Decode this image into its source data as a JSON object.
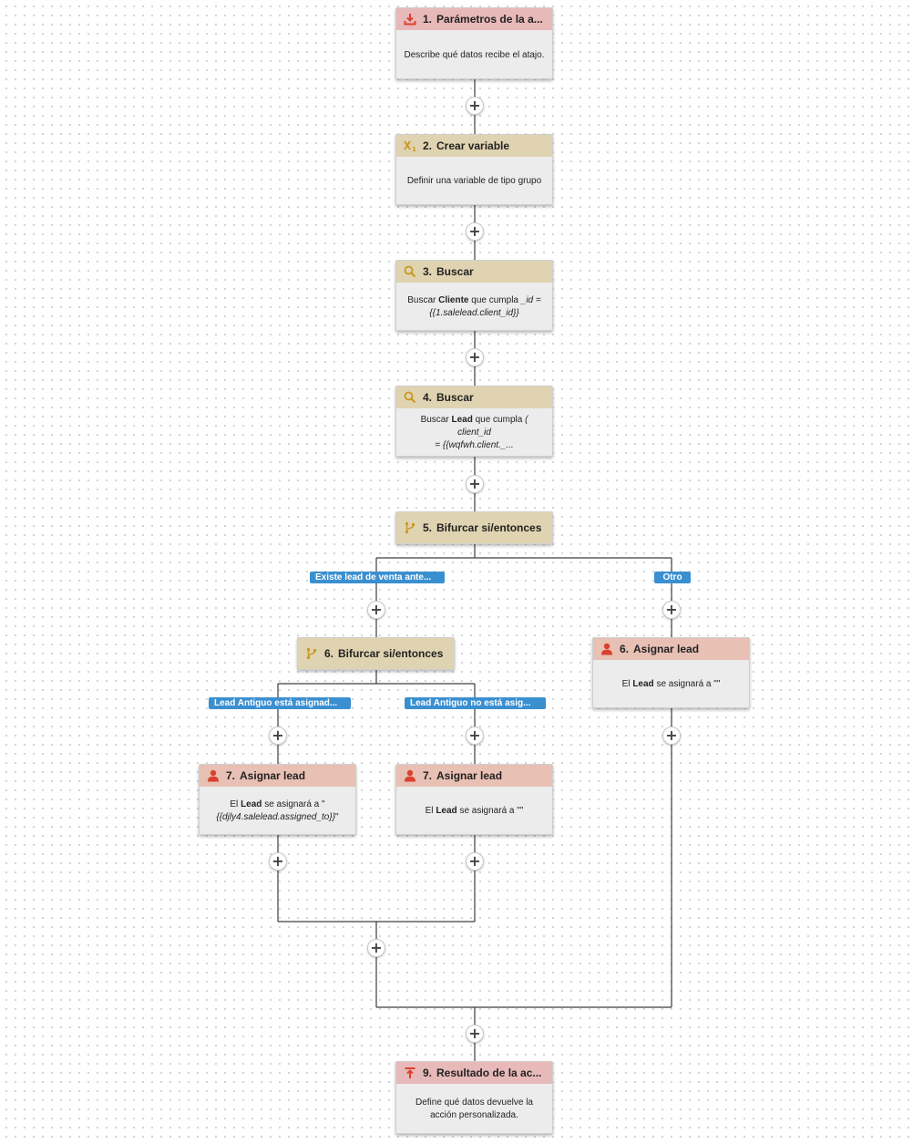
{
  "colors": {
    "param_header": "#e8b9b9",
    "logic_header": "#dfd3b1",
    "assign_header": "#e8c0b4",
    "branch_label": "#3a8fd0",
    "icon_red": "#d9412f",
    "icon_gold": "#c9971f"
  },
  "nodes": {
    "n1": {
      "num": "1.",
      "title": "Parámetros de la a...",
      "icon": "download-icon",
      "desc": "Describe qué datos recibe el atajo."
    },
    "n2": {
      "num": "2.",
      "title": "Crear variable",
      "icon": "variable-icon",
      "desc": "Definir una variable de tipo grupo"
    },
    "n3": {
      "num": "3.",
      "title": "Buscar",
      "icon": "search-icon",
      "desc": {
        "prefix": "Buscar",
        "entity": "Cliente",
        "mid": "que cumpla",
        "field": "_id =",
        "expr": "{{1.salelead.client_id}}"
      }
    },
    "n4": {
      "num": "4.",
      "title": "Buscar",
      "icon": "search-icon",
      "desc": {
        "prefix": "Buscar",
        "entity": "Lead",
        "mid": "que cumpla",
        "field": "( client_id",
        "expr": "= {{wqfwh.client._..."
      }
    },
    "n5": {
      "num": "5.",
      "title": "Bifurcar si/entonces",
      "icon": "branch-icon"
    },
    "n6a": {
      "num": "6.",
      "title": "Bifurcar si/entonces",
      "icon": "branch-icon"
    },
    "n6b": {
      "num": "6.",
      "title": "Asignar lead",
      "icon": "person-icon",
      "desc": {
        "prefix": "El",
        "entity": "Lead",
        "mid": "se asignará a",
        "value": "\"\""
      }
    },
    "n7a": {
      "num": "7.",
      "title": "Asignar lead",
      "icon": "person-icon",
      "desc": {
        "prefix": "El",
        "entity": "Lead",
        "mid": "se asignará a",
        "value_open": "\"",
        "expr": "{{djly4.salelead.assigned_to}}",
        "value_close": "\""
      }
    },
    "n7b": {
      "num": "7.",
      "title": "Asignar lead",
      "icon": "person-icon",
      "desc": {
        "prefix": "El",
        "entity": "Lead",
        "mid": "se asignará a",
        "value": "\"\""
      }
    },
    "n9": {
      "num": "9.",
      "title": "Resultado de la ac...",
      "icon": "output-icon",
      "desc": "Define qué datos devuelve la acción personalizada."
    }
  },
  "branches": {
    "b5_yes": "Existe lead de venta ante...",
    "b5_else": "Otro",
    "b6_yes": "Lead Antiguo está asignad...",
    "b6_no": "Lead Antiguo no está asig..."
  },
  "add_step_symbol": "+"
}
